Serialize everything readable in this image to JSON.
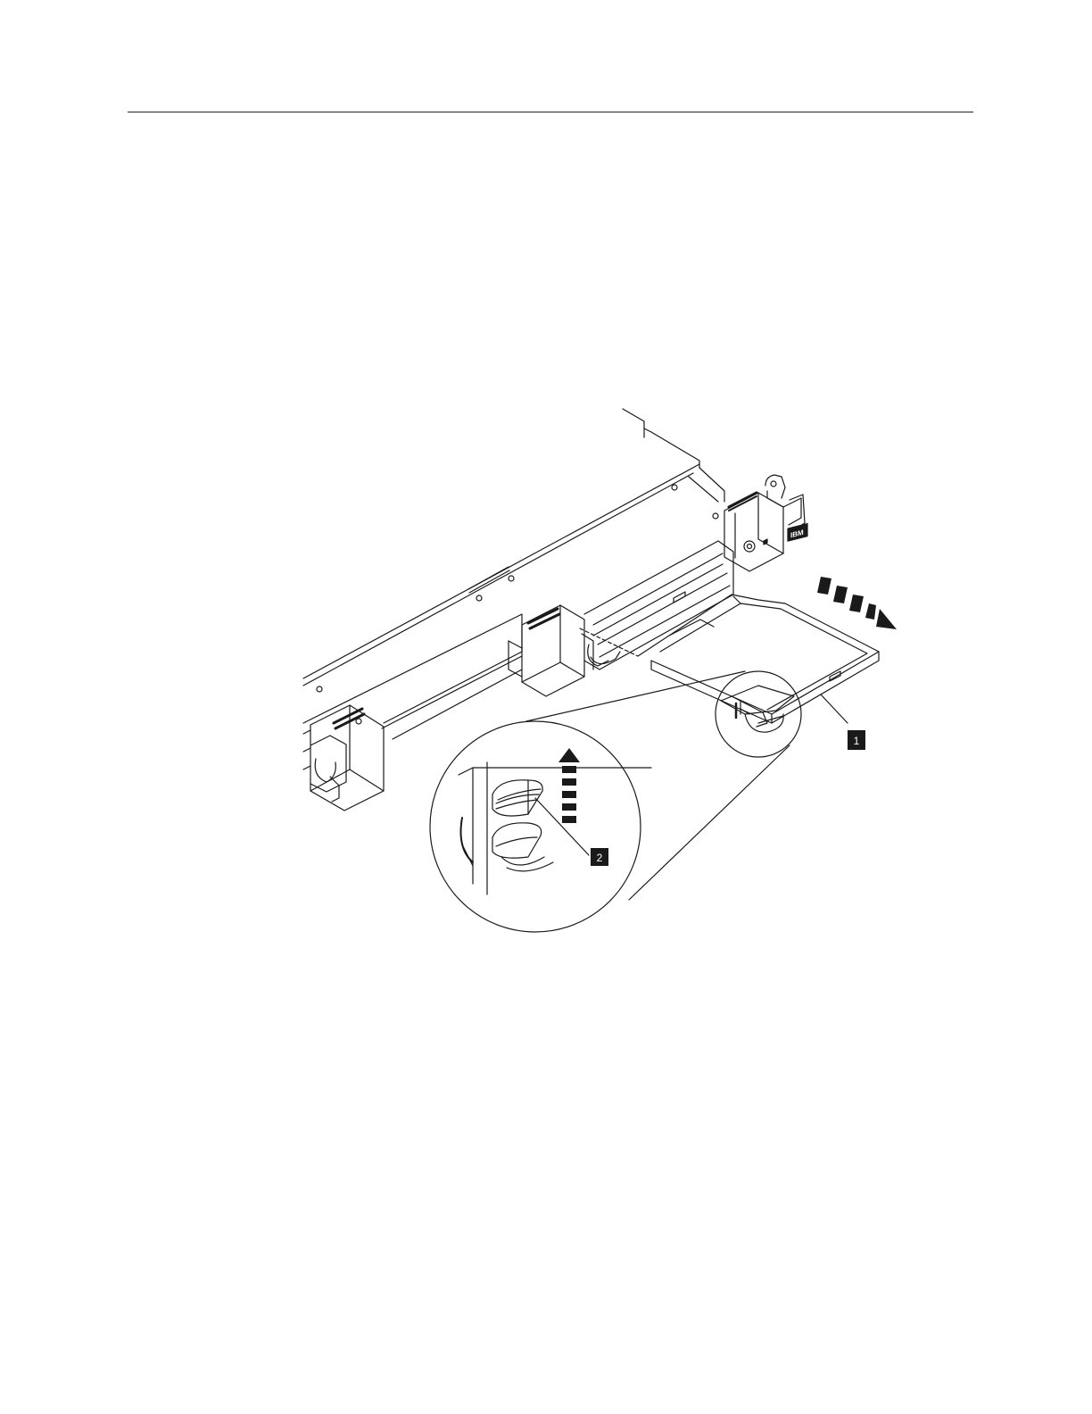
{
  "page": {
    "brand_logo": "IBM",
    "callouts": [
      "1",
      "2"
    ],
    "colors": {
      "line": "#1a1a1a",
      "paper": "#ffffff",
      "callout": "#1a1a1a"
    }
  }
}
